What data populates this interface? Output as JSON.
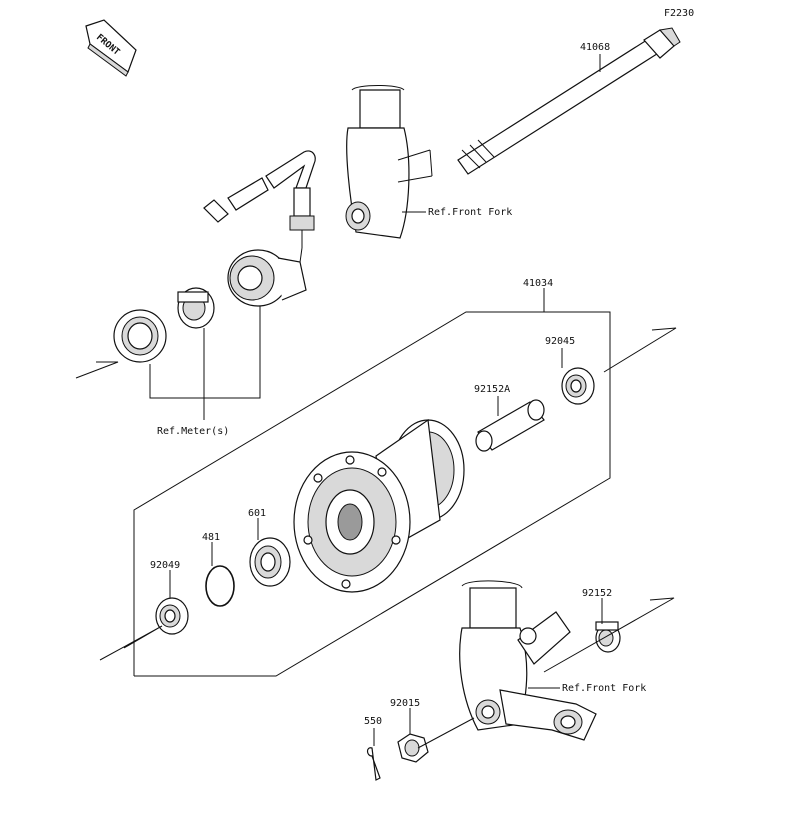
{
  "diagram_code": "F2230",
  "front_label": "FRONT",
  "labels": {
    "axle": "41068",
    "hub": "41034",
    "collar_right": "92045",
    "spacer": "92152A",
    "bearing": "601",
    "circlip": "481",
    "oil_seal": "92049",
    "collar_left": "92152",
    "axle_nut": "92015",
    "cotter_pin": "550",
    "ref_fork_top": "Ref.Front Fork",
    "ref_fork_bottom": "Ref.Front Fork",
    "ref_meter": "Ref.Meter(s)"
  },
  "colors": {
    "line": "#111111",
    "shade": "#d9d9d9",
    "background": "#ffffff"
  }
}
